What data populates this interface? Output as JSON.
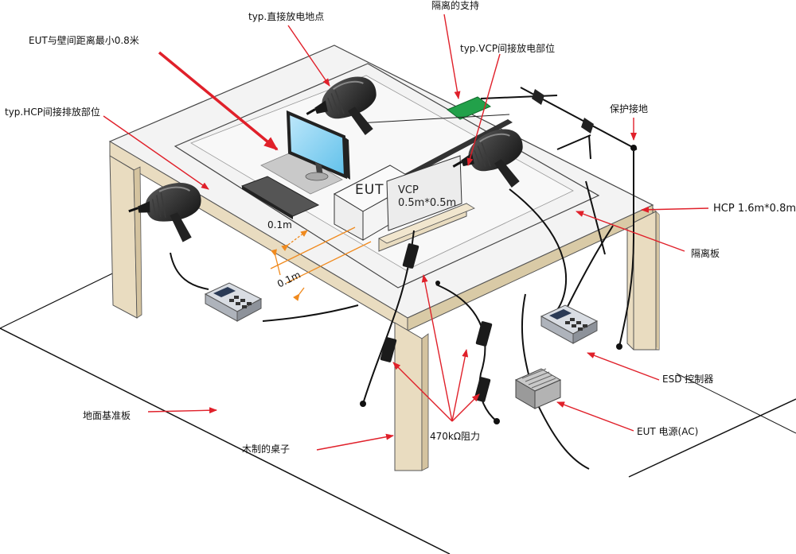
{
  "labels": {
    "direct_point": "typ.直接放电地点",
    "isolation_support": "隔离的支持",
    "vcp_indirect": "typ.VCP间接放电部位",
    "eut_wall_distance": "EUT与壁间距离最小0.8米",
    "hcp_indirect": "typ.HCP间接排放部位",
    "protective_ground": "保护接地",
    "hcp_size": "HCP 1.6m*0.8m",
    "isolation_board": "隔离板",
    "esd_controller": "ESD 控制器",
    "eut_power": "EUT 电源(AC)",
    "resistor": "470kΩ阻力",
    "wooden_table": "木制的桌子",
    "ground_plane": "地面基准板",
    "eut": "EUT",
    "vcp_name": "VCP",
    "vcp_size": "0.5m*0.5m",
    "dist_upper": "0.1m",
    "dist_lower": "0.1m"
  },
  "colors": {
    "arrow": "#e0202a",
    "dimension": "#f08a1e",
    "table_leg": "#e9dcc0",
    "table_top": "#f3f3f3",
    "monitor_screen": "#8ed4f2",
    "green_support": "#22a14a"
  },
  "icons": [
    "esd-gun-icon",
    "monitor-icon",
    "keyboard-icon",
    "esd-controller-icon",
    "power-supply-icon",
    "resistor-icon"
  ]
}
